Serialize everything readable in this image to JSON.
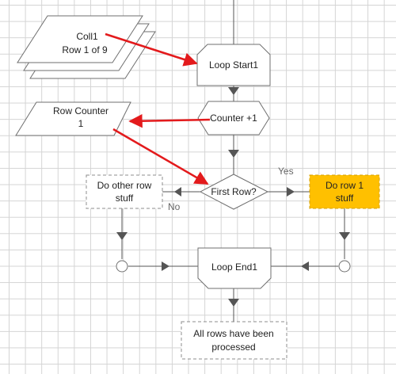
{
  "nodes": {
    "coll1": {
      "line1": "Coll1",
      "line2": "Row 1 of 9"
    },
    "loop_start": {
      "label": "Loop Start1"
    },
    "row_counter": {
      "line1": "Row Counter",
      "line2": "1"
    },
    "counter_inc": {
      "label": "Counter +1"
    },
    "first_row": {
      "label": "First Row?"
    },
    "other_row": {
      "line1": "Do other row",
      "line2": "stuff"
    },
    "row1": {
      "line1": "Do row 1",
      "line2": "stuff"
    },
    "loop_end": {
      "label": "Loop End1"
    },
    "done": {
      "line1": "All rows have been",
      "line2": "processed"
    }
  },
  "edges": {
    "yes": "Yes",
    "no": "No"
  },
  "colors": {
    "highlight_fill": "#ffc000",
    "highlight_border": "#d49f00",
    "annotation_arrow": "#e31a1c",
    "connector": "#555555",
    "shape_border": "#6f6f6f",
    "grid": "#d4d4d4"
  }
}
